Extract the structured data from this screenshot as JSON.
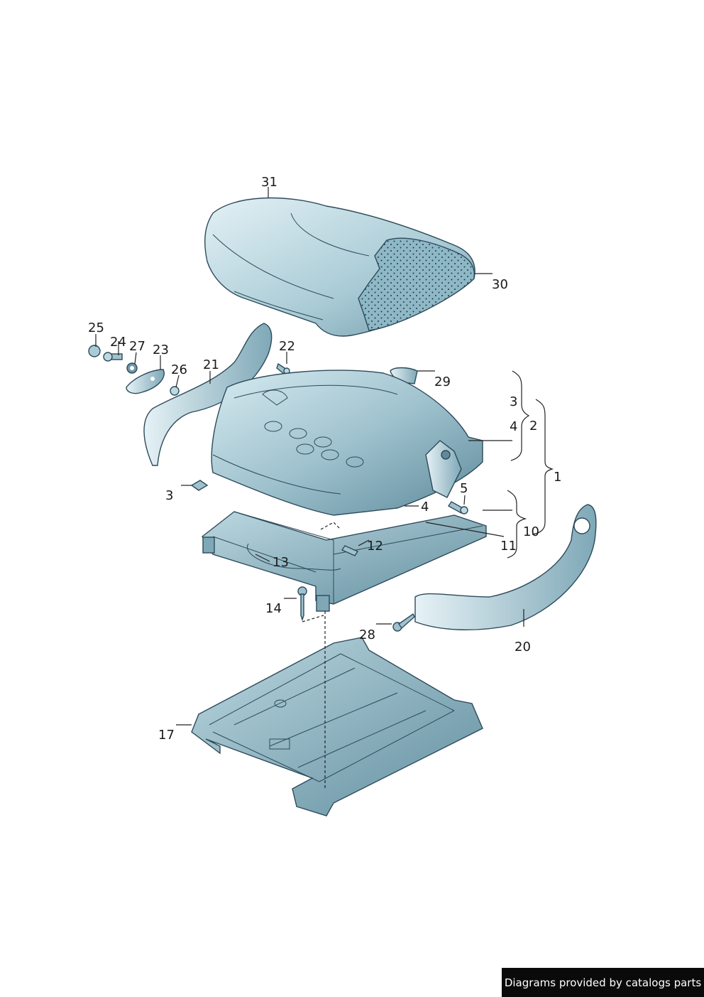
{
  "labels": {
    "p1": "1",
    "p2": "2",
    "p3a": "3",
    "p3b": "3",
    "p4a": "4",
    "p4b": "4",
    "p5": "5",
    "p10": "10",
    "p11": "11",
    "p12": "12",
    "p13": "13",
    "p14": "14",
    "p17": "17",
    "p20": "20",
    "p21": "21",
    "p22": "22",
    "p23": "23",
    "p24": "24",
    "p25": "25",
    "p26": "26",
    "p27": "27",
    "p28": "28",
    "p29": "29",
    "p30": "30",
    "p31": "31"
  },
  "credit": "Diagrams provided by catalogs parts",
  "colors": {
    "part_light": "#c9e2ea",
    "part_mid": "#8fb8c6",
    "part_dark": "#5e8a9a",
    "outline": "#2d4a5a",
    "foam_dots": "#1e3a48"
  }
}
